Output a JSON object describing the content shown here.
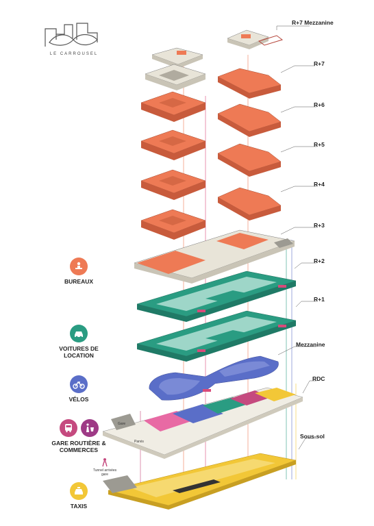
{
  "logo": {
    "text": "LE CARROUSEL"
  },
  "colors": {
    "office": "#ee7a55",
    "parking": "#2a9c82",
    "parking_light": "#9ed6c8",
    "bikes": "#5a6ec8",
    "bus": "#c54a7f",
    "taxi": "#f2c737",
    "neutral": "#e8e4d8"
  },
  "floors": [
    {
      "id": "r7m",
      "label": "R+7 Mezzanine"
    },
    {
      "id": "r7",
      "label": "R+7"
    },
    {
      "id": "r6",
      "label": "R+6"
    },
    {
      "id": "r5",
      "label": "R+5"
    },
    {
      "id": "r4",
      "label": "R+4"
    },
    {
      "id": "r3",
      "label": "R+3"
    },
    {
      "id": "r2",
      "label": "R+2"
    },
    {
      "id": "r1",
      "label": "R+1"
    },
    {
      "id": "mezz",
      "label": "Mezzanine"
    },
    {
      "id": "rdc",
      "label": "RDC"
    },
    {
      "id": "ss",
      "label": "Sous-sol"
    }
  ],
  "legend": [
    {
      "id": "bureaux",
      "label": "BUREAUX",
      "color": "#ee7a55",
      "icons": [
        "desk-worker-icon"
      ]
    },
    {
      "id": "voitures",
      "label": "VOITURES DE LOCATION",
      "color": "#2a9c82",
      "icons": [
        "car-icon"
      ]
    },
    {
      "id": "velos",
      "label": "VÉLOS",
      "color": "#5a6ec8",
      "icons": [
        "bicycle-icon"
      ]
    },
    {
      "id": "gare",
      "label": "GARE ROUTIÈRE & COMMERCES",
      "color": "#c54a7f",
      "icons": [
        "bus-icon",
        "shopping-icon"
      ]
    },
    {
      "id": "taxis",
      "label": "TAXIS",
      "color": "#f2c737",
      "icons": [
        "taxi-icon"
      ]
    }
  ],
  "annotations": {
    "gare": "Gare",
    "parvis": "Parvis",
    "tunnel": "Tunnel arrivées gare"
  }
}
